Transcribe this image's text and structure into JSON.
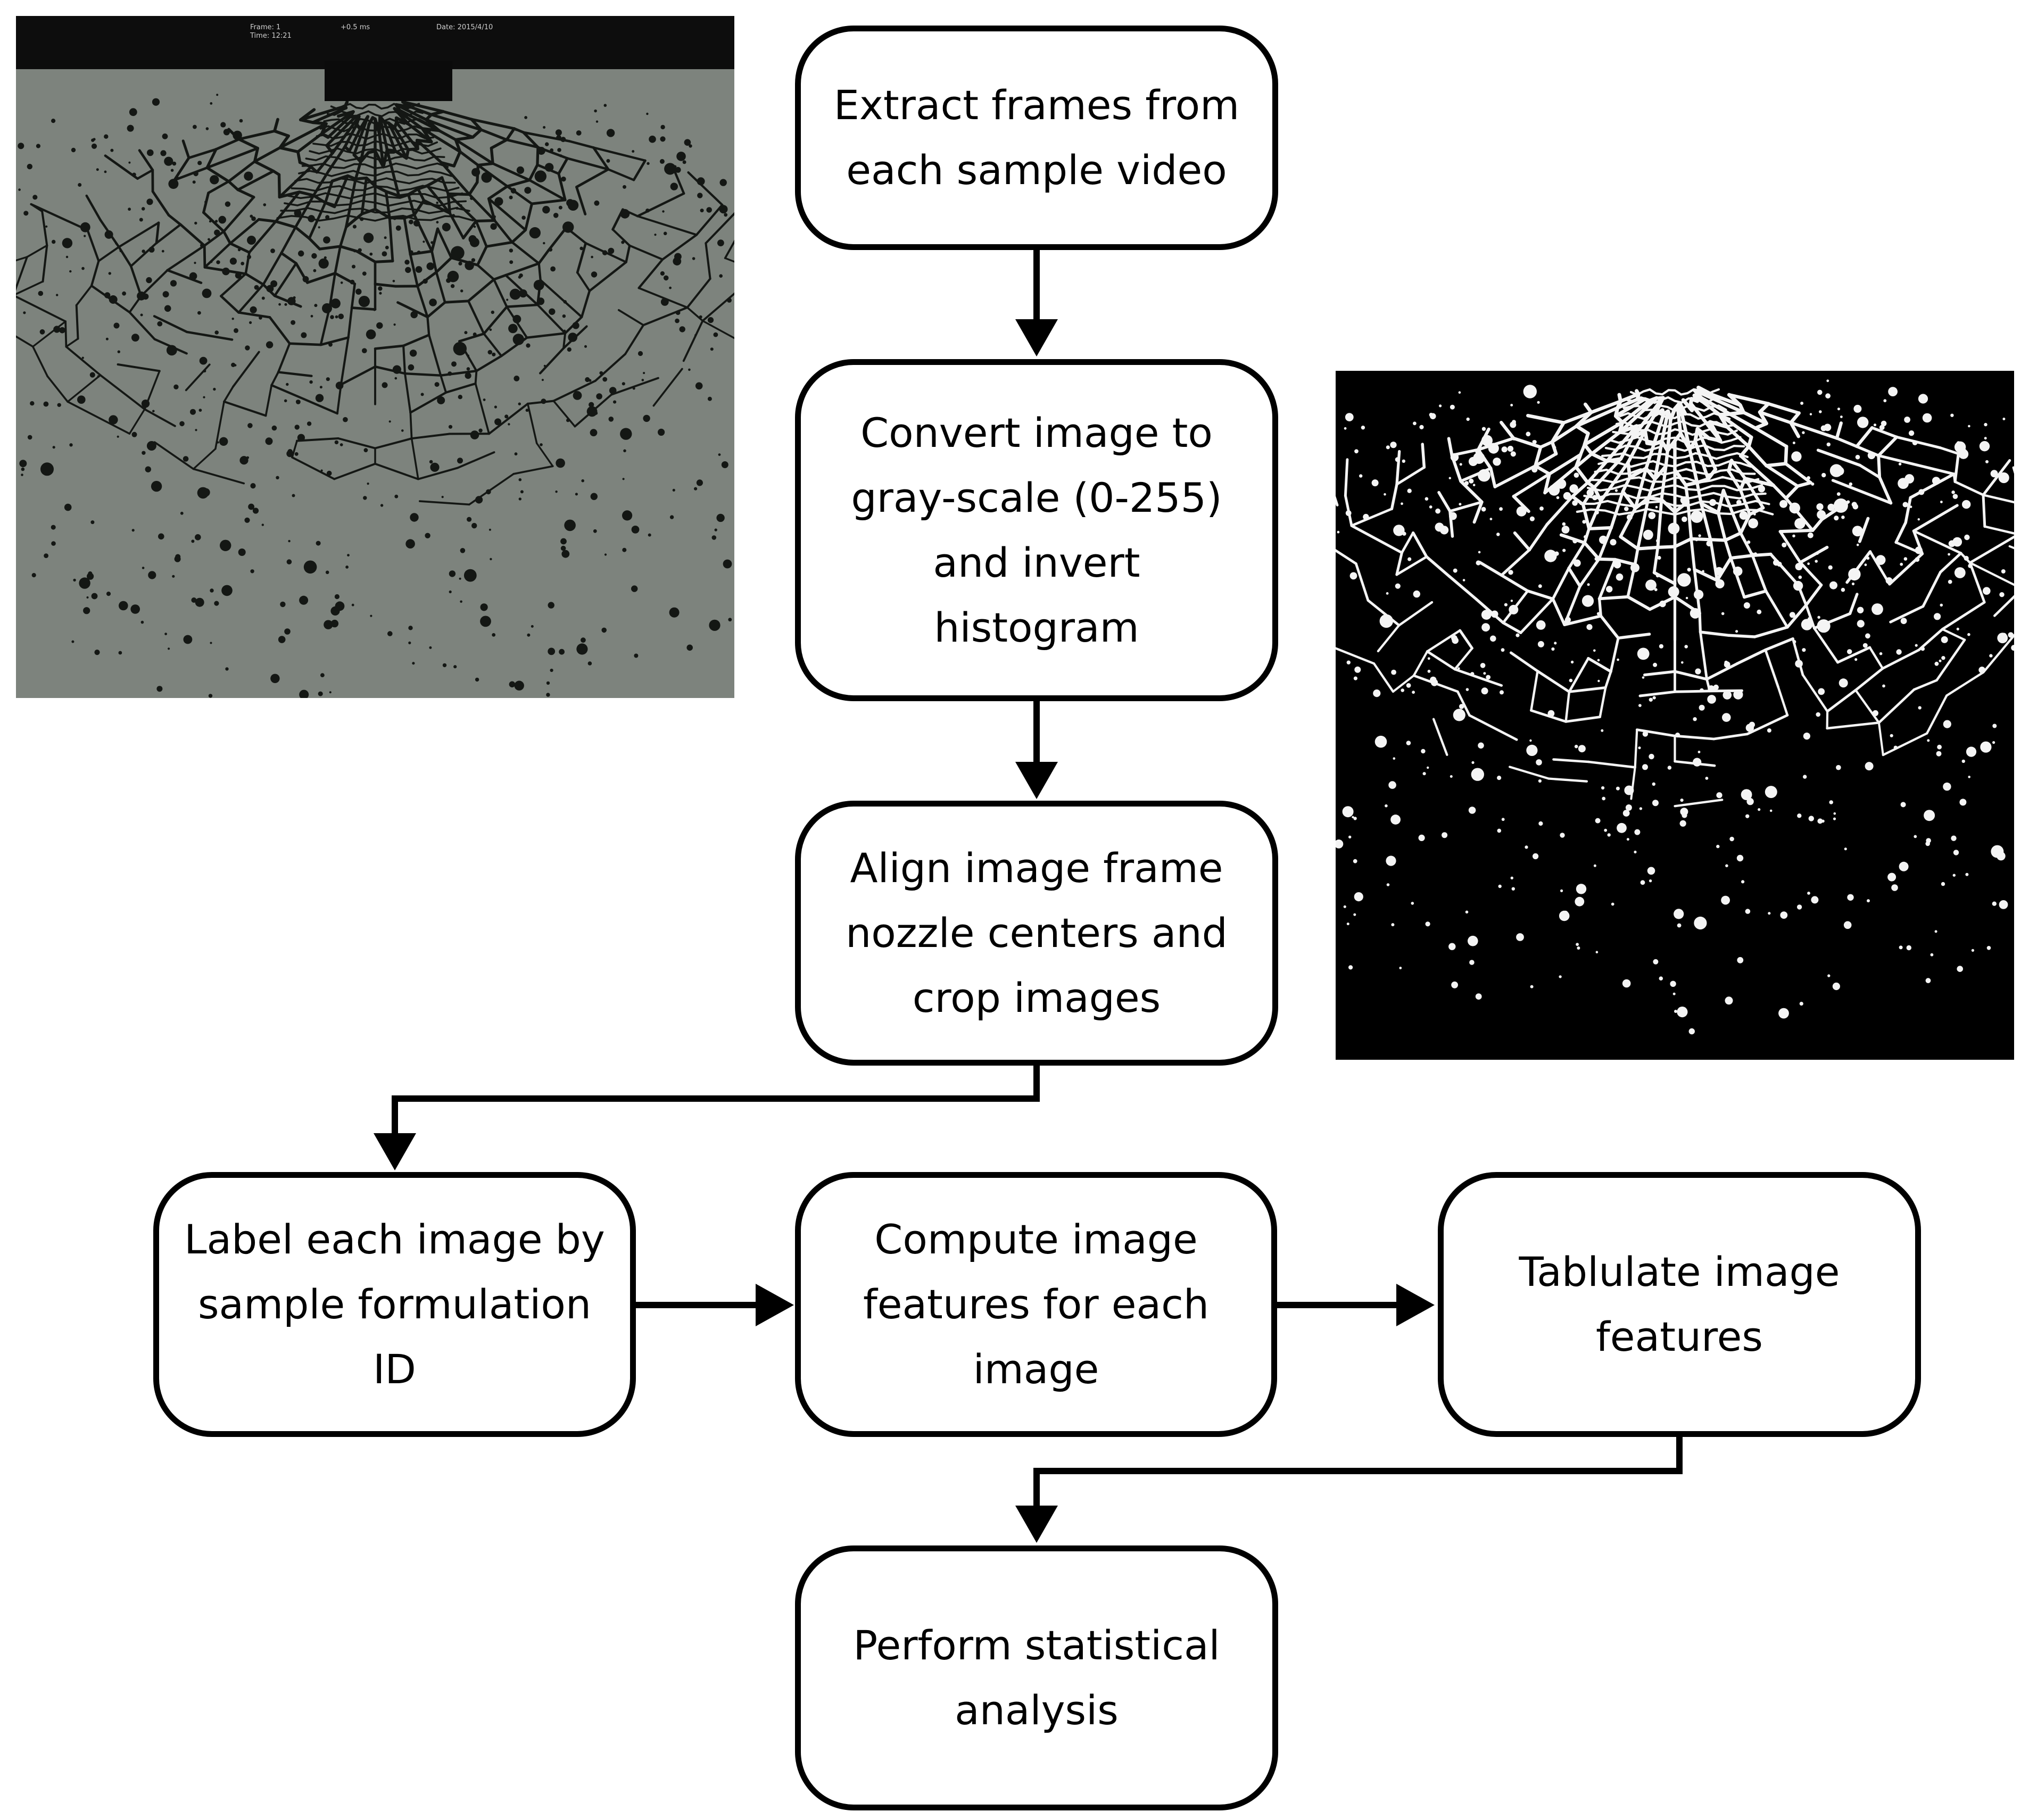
{
  "steps": {
    "extract": "Extract frames from\neach sample video",
    "convert": "Convert image to\ngray-scale (0-255)\nand invert\nhistogram",
    "align": "Align image frame\nnozzle centers and\ncrop images",
    "label": "Label each image by\nsample formulation\nID",
    "compute": "Compute image\nfeatures for each\nimage",
    "tabulate": "Tablulate image\nfeatures",
    "analysis": "Perform statistical\nanalysis"
  },
  "raw_frame": {
    "hud_cells": [
      "",
      "Frame: 1\nTime: 12:21",
      "+0.5 ms",
      "Date: 2015/4/10"
    ]
  },
  "colors": {
    "raw_background": "#7d837d",
    "raw_droplets": "#141714",
    "processed_background": "#000000",
    "processed_droplets": "#f4f4f4"
  }
}
